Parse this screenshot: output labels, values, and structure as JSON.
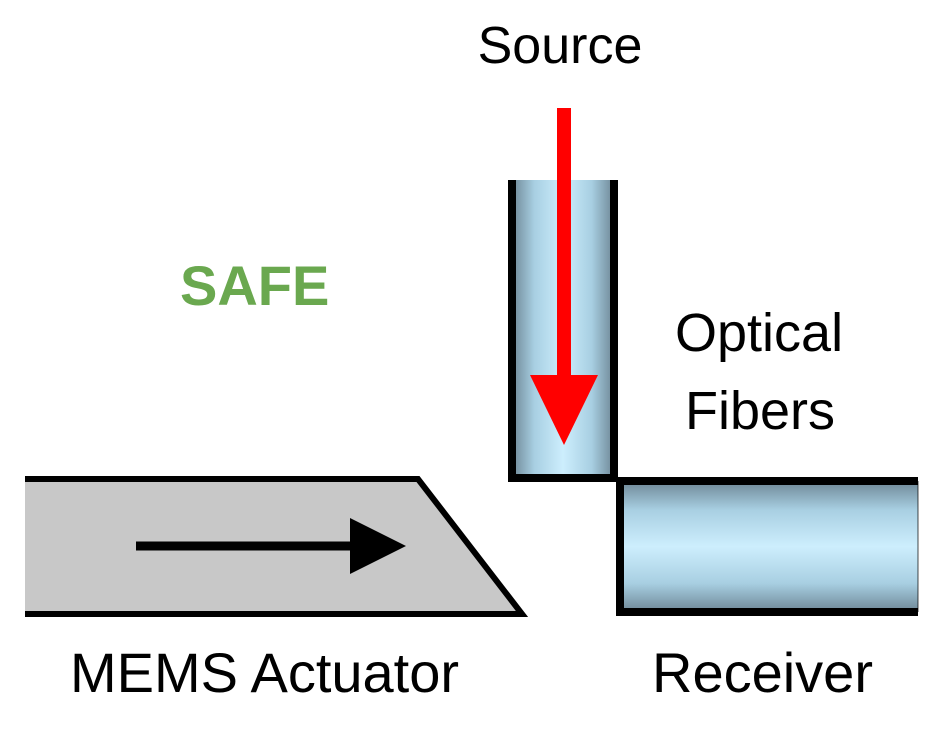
{
  "diagram": {
    "labels": {
      "source": "Source",
      "status": "SAFE",
      "optical_line1": "Optical",
      "optical_line2": "Fibers",
      "actuator": "MEMS Actuator",
      "receiver": "Receiver"
    },
    "colors": {
      "status_text": "#6aa84f",
      "beam": "#ff0000",
      "fiber_core": "#bfe6f8",
      "fiber_edge": "#6e8796",
      "actuator_fill": "#c8c8c8",
      "outline": "#000000"
    },
    "icons": {
      "beam": "arrow-down-icon",
      "motion": "arrow-right-icon"
    }
  }
}
